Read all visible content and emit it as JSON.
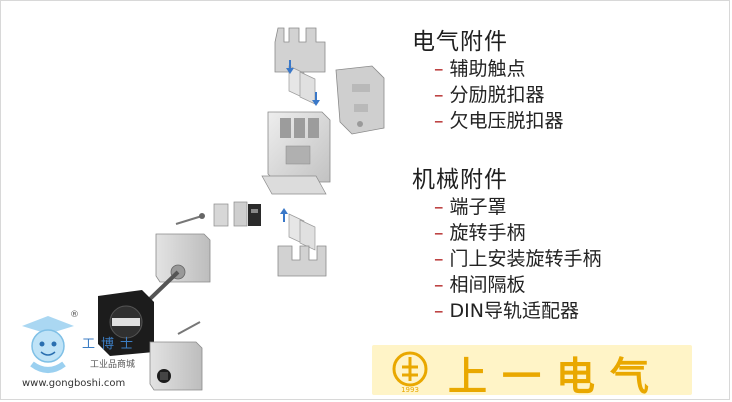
{
  "electrical": {
    "title": "电气附件",
    "items": [
      "辅助触点",
      "分励脱扣器",
      "欠电压脱扣器"
    ]
  },
  "mechanical": {
    "title": "机械附件",
    "items": [
      "端子罩",
      "旋转手柄",
      "门上安装旋转手柄",
      "相间隔板",
      "DIN导轨适配器"
    ]
  },
  "bullet": "–",
  "brand": {
    "name": "上一电气",
    "logo_year": "1993"
  },
  "watermark": {
    "brand": "工博士",
    "subtitle": "工业品商城",
    "url": "www.gongboshi.com",
    "reg": "®"
  },
  "colors": {
    "bullet": "#b01c1c",
    "brand_text": "#e9a800",
    "brand_bg": "#fff4c7"
  }
}
